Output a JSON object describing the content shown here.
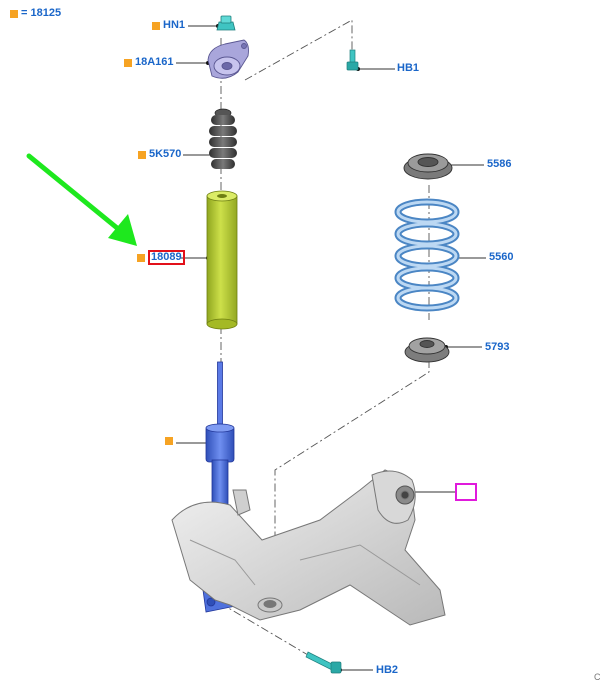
{
  "header": {
    "legend_symbol": "■",
    "legend_text": "= 18125"
  },
  "callouts": {
    "hn1": "HN1",
    "top_mount": "18A161",
    "bump_stop": "5K570",
    "shock": "18089",
    "hb1": "HB1",
    "upper_seat": "5586",
    "spring": "5560",
    "lower_seat": "5793",
    "hb2": "HB2"
  },
  "colors": {
    "marker": "#f6a323",
    "label": "#1a66c9",
    "highlight": "#e2101a",
    "arrow": "#1ee81e",
    "info": "#e01adc",
    "shock_sleeve": "#b5cc2e",
    "strut": "#4f71dd",
    "spring": "#a9cbe9",
    "bolt": "#3fc4c2",
    "top_mount": "#a9a6db"
  },
  "icons": {
    "info_box": "external-link-arrow-icon",
    "pointer": "green-arrow-icon"
  },
  "corner_mark": "C"
}
